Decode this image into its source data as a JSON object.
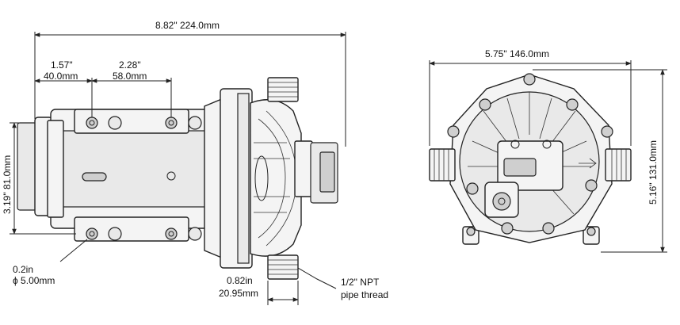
{
  "dims": {
    "overall_length": "8.82\"   224.0mm",
    "bolt_offset_in": "1.57\"",
    "bolt_offset_mm": "40.0mm",
    "bolt_spacing_in": "2.28\"",
    "bolt_spacing_mm": "58.0mm",
    "height_side": "3.19\"  81.0mm",
    "hole_in": "0.2in",
    "hole_mm": "ϕ 5.00mm",
    "port_in": "0.82in",
    "port_mm": "20.95mm",
    "thread_1": "1/2\"  NPT",
    "thread_2": "pipe thread",
    "width_front": "5.75\"   146.0mm",
    "height_front": "5.16\"   131.0mm"
  }
}
